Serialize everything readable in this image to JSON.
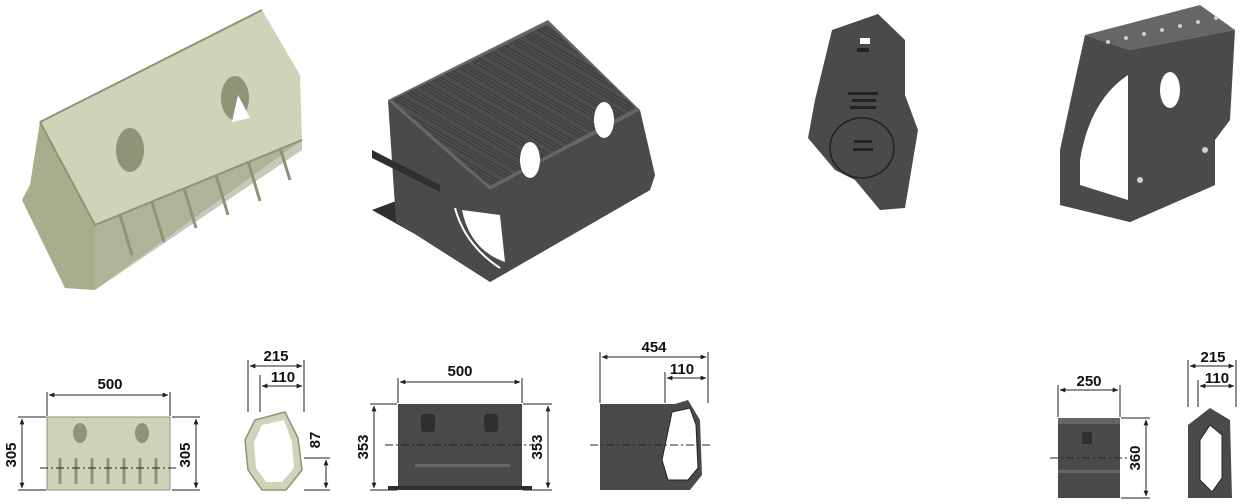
{
  "colors": {
    "concrete": "#cfd3b8",
    "concrete_dark": "#a8ad8e",
    "concrete_shadow": "#8f9477",
    "plastic": "#4a4a4a",
    "plastic_dark": "#2f2f2f",
    "plastic_light": "#666666",
    "dim_line": "#222222"
  },
  "views": {
    "concrete_channel": {
      "width": "500",
      "height_left": "305",
      "height_right": "305"
    },
    "concrete_profile": {
      "width_outer": "215",
      "width_inner": "110",
      "depth": "87"
    },
    "plastic_housing": {
      "width": "500",
      "height_left": "353",
      "height_right": "353"
    },
    "plastic_profile": {
      "width_outer": "454",
      "width_inner": "110"
    },
    "end_unit": {
      "width": "250",
      "height": "360"
    },
    "end_unit_profile": {
      "width_outer": "215",
      "width_inner": "110"
    }
  }
}
